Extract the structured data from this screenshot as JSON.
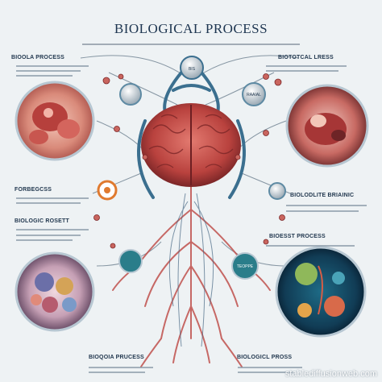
{
  "title": "BIOLOGICAL PROCESS",
  "labels": {
    "top_left": "BIOOLA PROCESS",
    "top_right": "BIOTOTCAL LRESS",
    "mid_left_1": "FORBEGCSS",
    "mid_left_2": "BIOLOGIC ROSETT",
    "mid_right_1": "BIOLODLITE BRIAINIC",
    "mid_right_2": "BIOESST PROCESS",
    "bottom_left": "BIOQOIA PRUCESS",
    "bottom_right": "BIOLOGICL PROSS",
    "node_top": "BIS",
    "node_right_top": "RAAIAL",
    "node_left_mid": "",
    "node_right_mid": "",
    "node_left_low": "",
    "node_right_low": "TEOPPE"
  },
  "watermark": "stablediffusionweb.com",
  "colors": {
    "background": "#eef2f4",
    "title": "#1d3550",
    "accent_blue": "#3b6f8f",
    "vessel_red": "#c0504d",
    "brain_red": "#b9423e",
    "orange": "#e07a2f",
    "teal": "#2a7d8a"
  },
  "icons": [
    "brain-icon",
    "cell-icon",
    "virus-icon",
    "blood-vessel-icon"
  ]
}
